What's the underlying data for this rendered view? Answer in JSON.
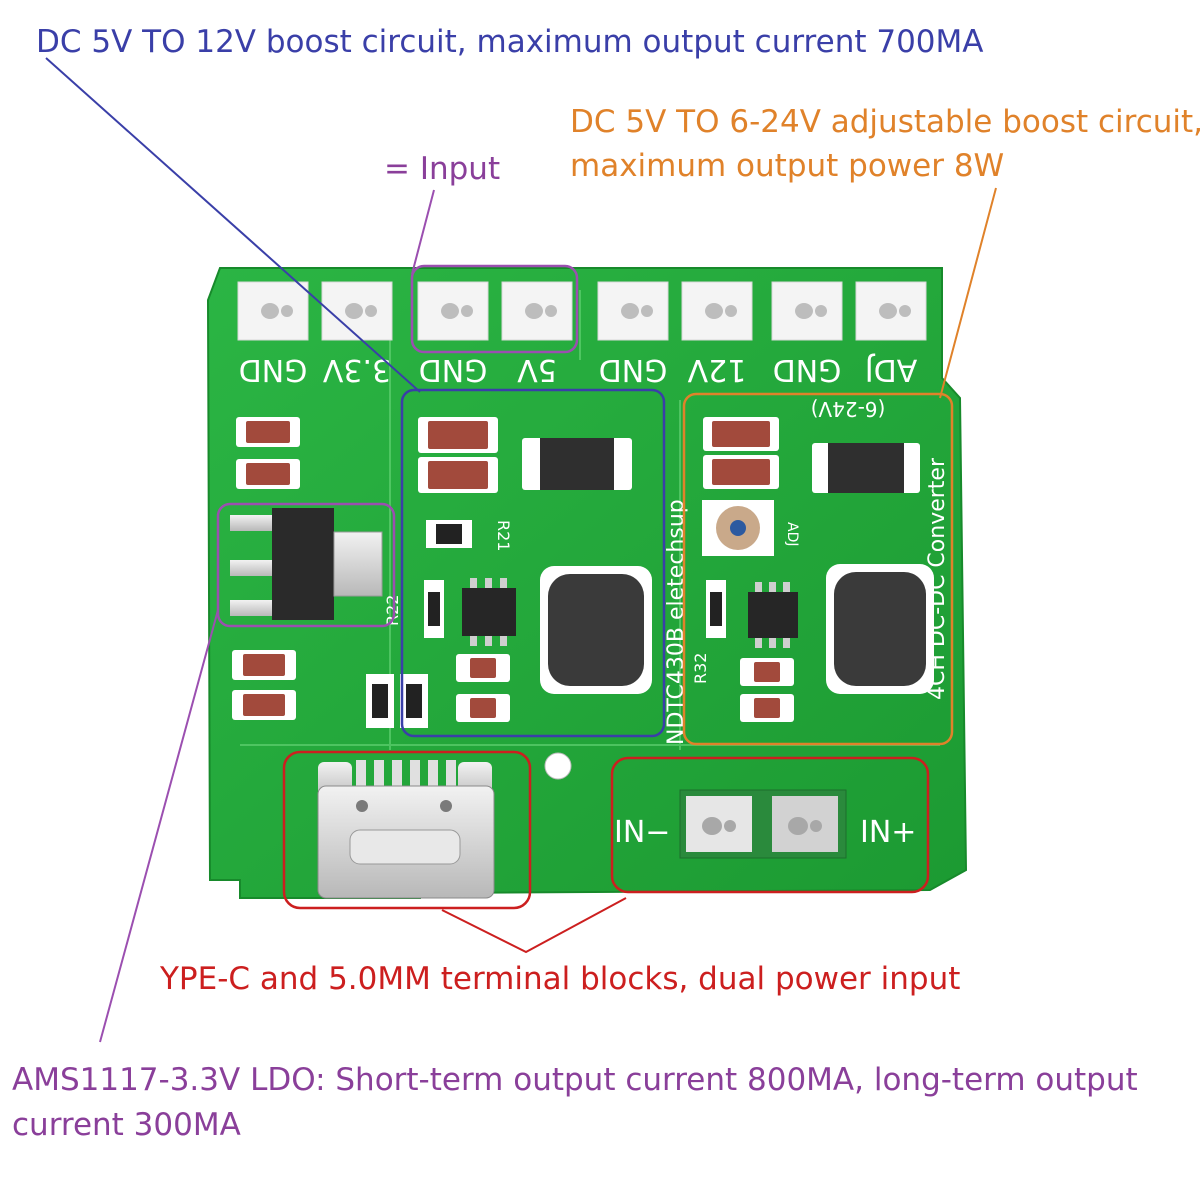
{
  "annotations": {
    "boost_12v": "DC 5V TO 12V boost circuit, maximum output current 700MA",
    "adj_line1": "DC 5V TO 6-24V adjustable boost circuit,",
    "adj_line2": "maximum output power 8W",
    "input": "= Input",
    "dual_input": "YPE-C and 5.0MM terminal blocks, dual power input",
    "ldo_line1": "AMS1117-3.3V LDO: Short-term output current 800MA, long-term output",
    "ldo_line2": "current 300MA"
  },
  "board": {
    "labels": {
      "gnd1": "GND",
      "v33": "3.3V",
      "gnd2": "GND",
      "v5": "5V",
      "gnd3": "GND",
      "v12": "12V",
      "gnd4": "GND",
      "adj": "ADJ",
      "range": "(6-24V)",
      "adj_small": "ADJ",
      "r21": "R21",
      "r22": "R22",
      "r32": "R32",
      "brand": "NDTC430B eletechsup",
      "model": "4CH DC-DC Converter",
      "in_minus": "IN−",
      "in_plus": "IN+"
    }
  },
  "colors": {
    "pcb": "#22a83a",
    "blue_annotation": "#3a3fa8",
    "orange_annotation": "#e0822a",
    "purple_annotation": "#8a3f9a",
    "red_annotation": "#cc1f1f"
  }
}
